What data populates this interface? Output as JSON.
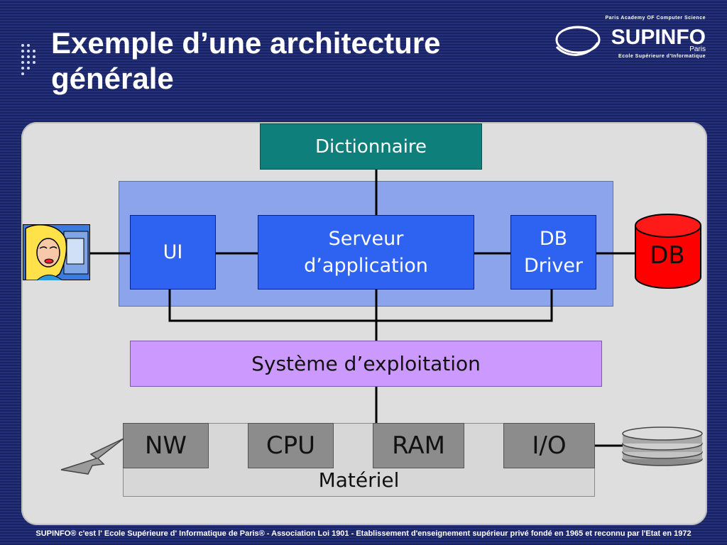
{
  "slide": {
    "title_line1": "Exemple d’une architecture",
    "title_line2": "générale",
    "footer": "SUPINFO® c'est l' Ecole Supérieure d' Informatique de Paris® - Association Loi 1901 - Etablissement d'enseignement supérieur privé fondé en 1965 et reconnu par l'Etat en 1972"
  },
  "logo": {
    "top": "Paris Academy OF Computer Science",
    "brand": "SUPINFO",
    "city": "Paris",
    "bottom": "Ecole Supérieure d'Informatique"
  },
  "diagram": {
    "dictionary": "Dictionnaire",
    "ui": "UI",
    "server_line1": "Serveur",
    "server_line2": "d’application",
    "driver_line1": "DB",
    "driver_line2": "Driver",
    "database": "DB",
    "os": "Système d’exploitation",
    "hardware": "Matériel",
    "nw": "NW",
    "cpu": "CPU",
    "ram": "RAM",
    "io": "I/O"
  },
  "colors": {
    "background": "#1f2a6b",
    "dictionary": "#0e7f7a",
    "app_zone": "#8ba4ec",
    "components": "#2e62f0",
    "os": "#cc99ff",
    "hardware_chip": "#8c8c8c",
    "database": "#ff0000"
  }
}
